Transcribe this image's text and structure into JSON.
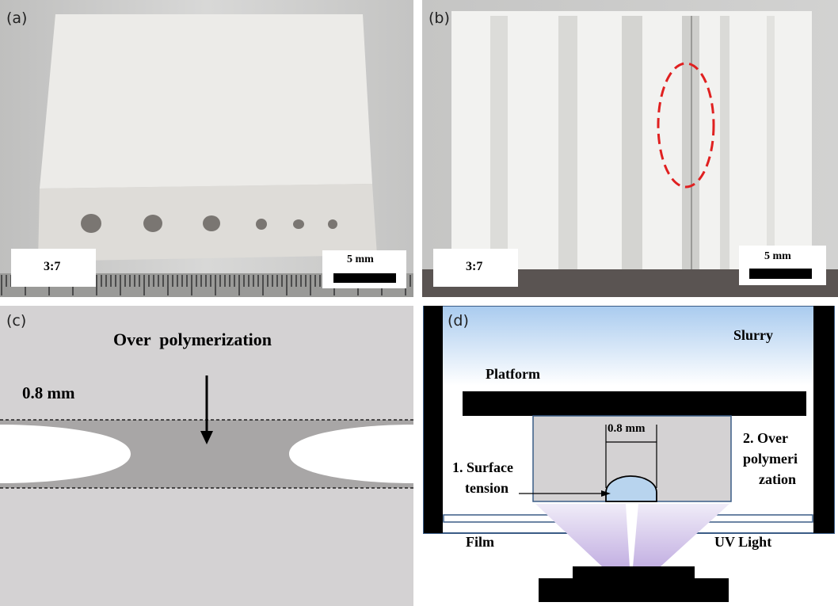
{
  "panel_a": {
    "label": "(a)",
    "ratio": "3:7",
    "scale_bar": "5 mm"
  },
  "panel_b": {
    "label": "(b)",
    "ratio": "3:7",
    "scale_bar": "5 mm"
  },
  "panel_c": {
    "label": "(c)",
    "title": "Over  polymerization",
    "gap": "0.8 mm"
  },
  "panel_d": {
    "label": "(d)",
    "slurry": "Slurry",
    "platform": "Platform",
    "channel": "0.8 mm",
    "surface_tension_1": "1. Surface",
    "surface_tension_2": "tension",
    "overpoly_1": "2. Over",
    "overpoly_2": "polymeri",
    "overpoly_3": "zation",
    "film": "Film",
    "uv_light": "UV Light"
  },
  "colors": {
    "ceramic": "#e8e8e6",
    "gray_panel": "#d4d2d3",
    "polymer": "#a8a6a6",
    "slurry_blue": "#a9cbef",
    "frame": "#000000",
    "highlight_red": "#e02020",
    "uv_purple": "#c7b6e4"
  }
}
